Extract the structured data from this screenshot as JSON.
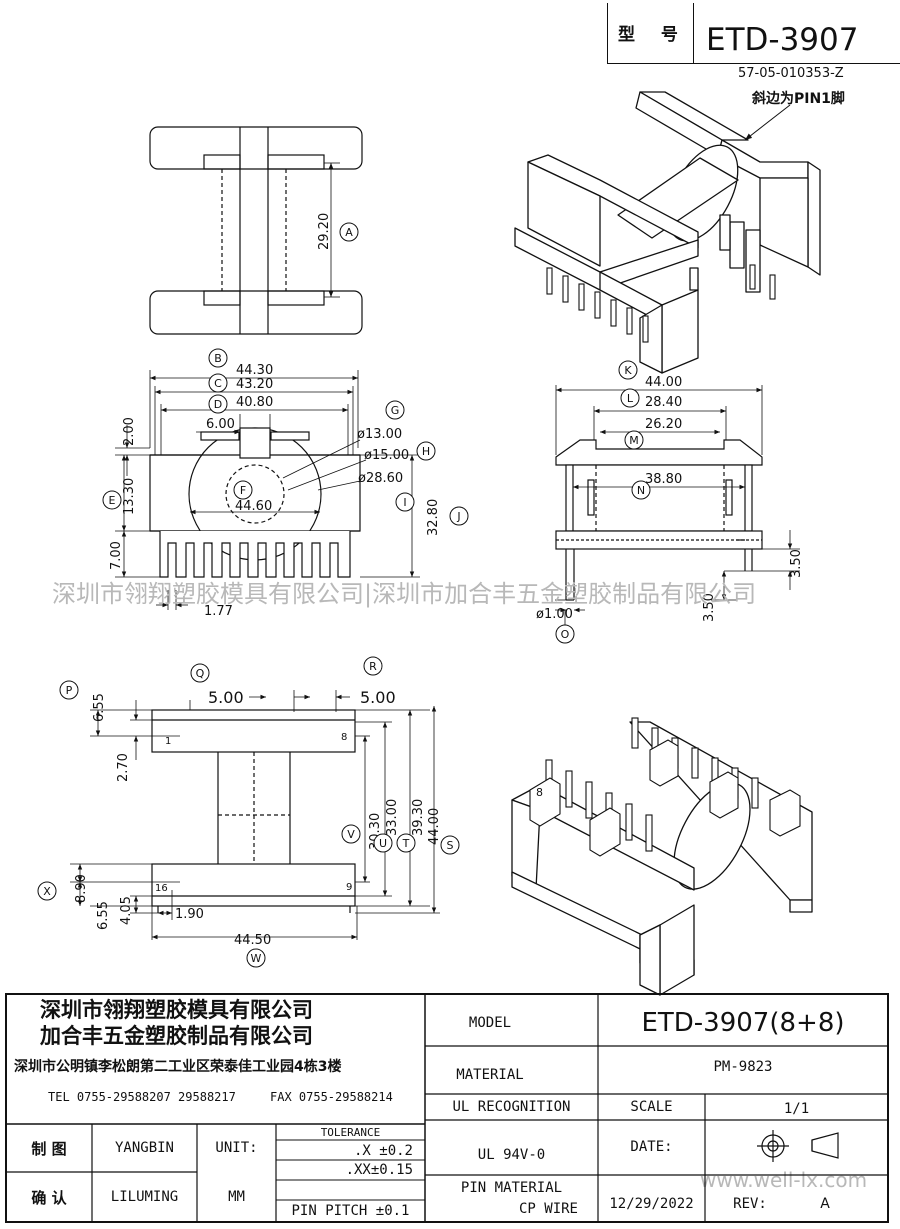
{
  "header": {
    "type_label": "型 号",
    "model_number": "ETD-3907",
    "part_code": "57-05-010353-Z",
    "pin1_note": "斜边为PIN1脚"
  },
  "watermarks": {
    "center": "深圳市翎翔塑胶模具有限公司|深圳市加合丰五金塑胶制品有限公司",
    "corner": "www.well-lx.com"
  },
  "dims": {
    "top_height": "29.20",
    "width_b": "44.30",
    "width_c": "43.20",
    "width_d": "40.80",
    "dim_2": "2.00",
    "dim_6": "6.00",
    "dia_13": "ø13.00",
    "dia_15": "ø15.00",
    "dia_28": "ø28.60",
    "dim_13_30": "13.30",
    "width_f": "44.60",
    "height_32": "32.80",
    "dim_7": "7.00",
    "dim_1_77": "1.77",
    "width_k": "44.00",
    "width_l": "28.40",
    "width_m": "26.20",
    "width_n": "38.80",
    "dim_3_50_a": "3.50",
    "dim_3_50_b": "3.50",
    "dia_1": "ø1.00",
    "pitch_q": "5.00",
    "pitch_r": "5.00",
    "dim_6_55_top": "6.55",
    "dim_2_70": "2.70",
    "dim_30_30": "30.30",
    "dim_33": "33.00",
    "dim_39_30": "39.30",
    "dim_44": "44.00",
    "dim_8_90": "8.90",
    "dim_4_05": "4.05",
    "dim_6_55_bot": "6.55",
    "dim_1_90": "1.90",
    "width_w": "44.50",
    "pin_1": "1",
    "pin_8": "8",
    "pin_16": "16",
    "pin_9": "9",
    "iso_pin_8": "8"
  },
  "balloons": [
    "A",
    "B",
    "C",
    "D",
    "E",
    "F",
    "G",
    "H",
    "I",
    "J",
    "K",
    "L",
    "M",
    "N",
    "O",
    "P",
    "Q",
    "R",
    "S",
    "T",
    "U",
    "V",
    "W",
    "X"
  ],
  "title_block": {
    "company_1": "深圳市翎翔塑胶模具有限公司",
    "company_2": "加合丰五金塑胶制品有限公司",
    "address": "深圳市公明镇李松朗第二工业区荣泰佳工业园4栋3楼",
    "tel": "TEL 0755-29588207 29588217",
    "fax": "FAX 0755-29588214",
    "model_label": "MODEL",
    "model_value": "ETD-3907(8+8)",
    "material_label": "MATERIAL",
    "material_value": "PM-9823",
    "ul_label": "UL RECOGNITION",
    "scale_label": "SCALE",
    "scale_value": "1/1",
    "drawn_label": "制 图",
    "drawn_by": "YANGBIN",
    "unit_label": "UNIT:",
    "tolerance_label": "TOLERANCE",
    "tol_x": ".X ±0.2",
    "tol_xx": ".XX±0.15",
    "ul_value": "UL 94V-0",
    "date_label": "DATE:",
    "check_label": "确 认",
    "checked_by": "LILUMING",
    "unit_value": "MM",
    "pin_pitch": "PIN PITCH ±0.1",
    "pin_material_label": "PIN  MATERIAL",
    "cp_wire": "CP WIRE",
    "date_value": "12/29/2022",
    "rev_label": "REV:",
    "rev_value": "A"
  }
}
